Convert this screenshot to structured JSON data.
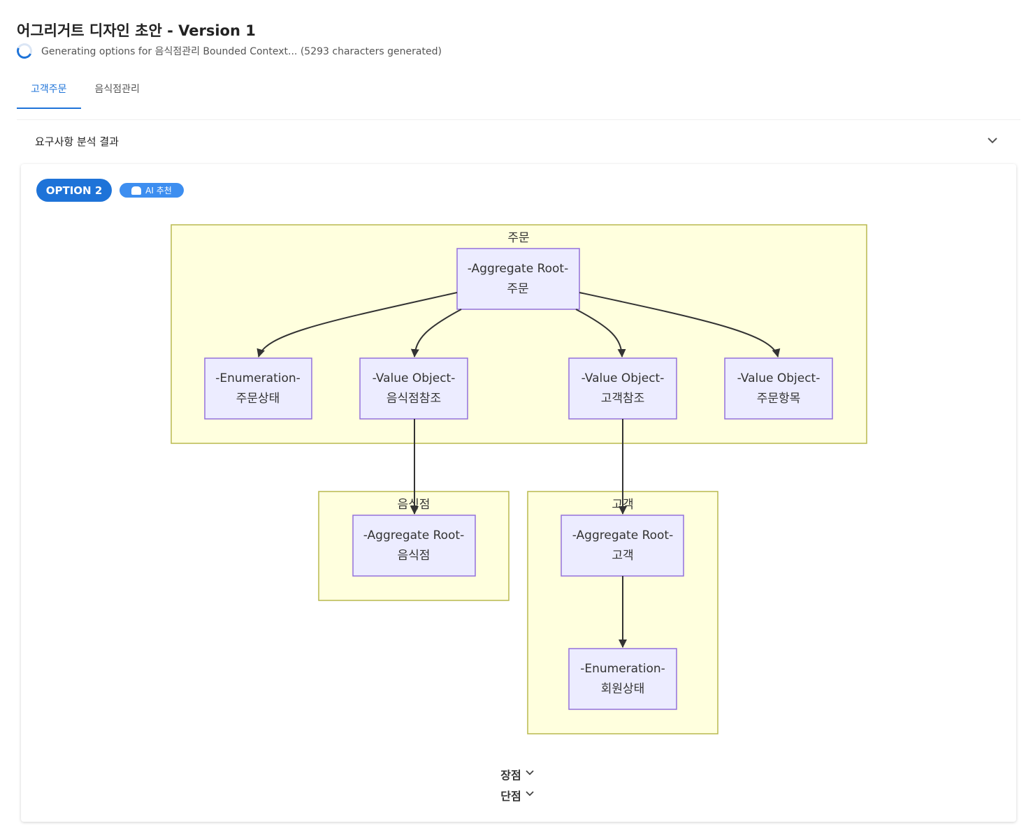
{
  "header": {
    "title": "어그리거트 디자인 초안 - Version 1",
    "status": "Generating options for 음식점관리 Bounded Context... (5293 characters generated)"
  },
  "tabs": [
    {
      "label": "고객주문",
      "active": true
    },
    {
      "label": "음식점관리",
      "active": false
    }
  ],
  "requirements_panel": {
    "label": "요구사항 분석 결과",
    "icon": "chevron-down-icon"
  },
  "option": {
    "label": "OPTION 2",
    "badge": "AI 추천",
    "badge_icon": "robot-icon"
  },
  "diagram": {
    "groups": {
      "order": "주문",
      "restaurant": "음식점",
      "customer": "고객"
    },
    "nodes": {
      "order_root": {
        "stereotype": "-Aggregate Root-",
        "name": "주문"
      },
      "order_status": {
        "stereotype": "-Enumeration-",
        "name": "주문상태"
      },
      "restaurant_ref": {
        "stereotype": "-Value Object-",
        "name": "음식점참조"
      },
      "customer_ref": {
        "stereotype": "-Value Object-",
        "name": "고객참조"
      },
      "order_item": {
        "stereotype": "-Value Object-",
        "name": "주문항목"
      },
      "restaurant_root": {
        "stereotype": "-Aggregate Root-",
        "name": "음식점"
      },
      "customer_root": {
        "stereotype": "-Aggregate Root-",
        "name": "고객"
      },
      "member_status": {
        "stereotype": "-Enumeration-",
        "name": "회원상태"
      }
    },
    "colors": {
      "group_fill": "#ffffde",
      "group_stroke": "#b9b94f",
      "node_fill": "#ececff",
      "node_stroke": "#9370db",
      "edge": "#333333"
    }
  },
  "accordions": {
    "pros": "장점",
    "cons": "단점"
  }
}
